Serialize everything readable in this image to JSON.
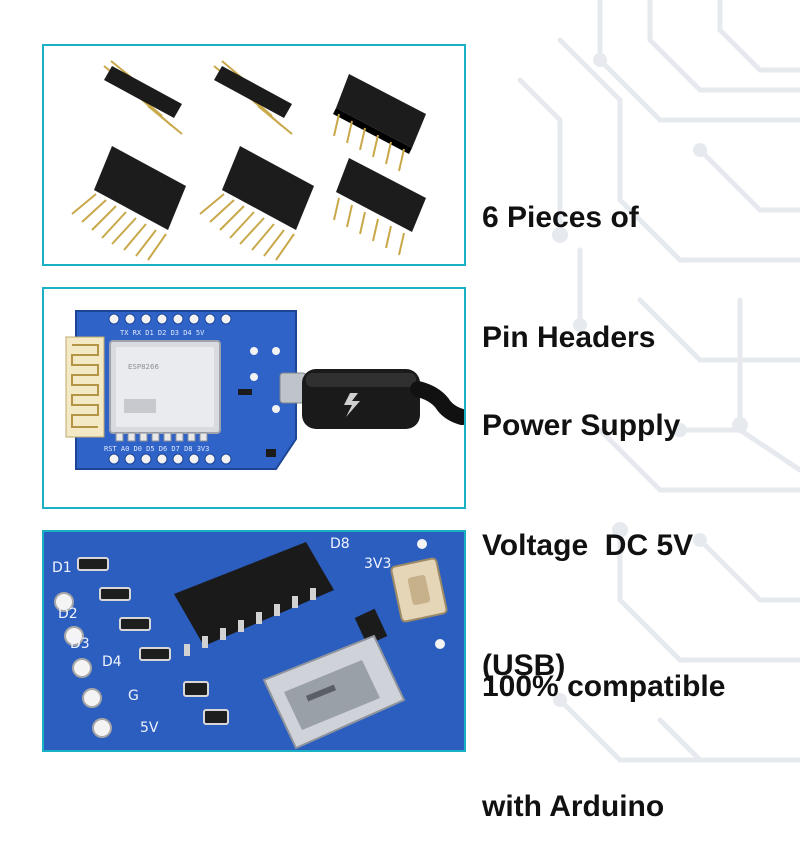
{
  "colors": {
    "panel_border": "#1bb1c4",
    "pcb_blue": "#2f63c7",
    "text": "#111111"
  },
  "sections": [
    {
      "id": "pin-headers",
      "caption_lines": [
        "6 Pieces of",
        "Pin Headers"
      ]
    },
    {
      "id": "power-supply",
      "caption_lines": [
        "Power Supply",
        "Voltage  DC 5V",
        "(USB)"
      ],
      "board_top_labels": "TX RX D1 D2 D3 D4 5V",
      "board_bottom_labels": "RST A0 D0 D5 D6 D7 D8 3V3",
      "board_part_text": "ESP8266"
    },
    {
      "id": "arduino-compatible",
      "caption_lines": [
        "100% compatible",
        "with Arduino"
      ],
      "board_pin_labels": [
        "D1",
        "D2",
        "D3",
        "D4",
        "G",
        "5V"
      ],
      "board_misc_labels": [
        "D8",
        "3V3"
      ]
    }
  ]
}
